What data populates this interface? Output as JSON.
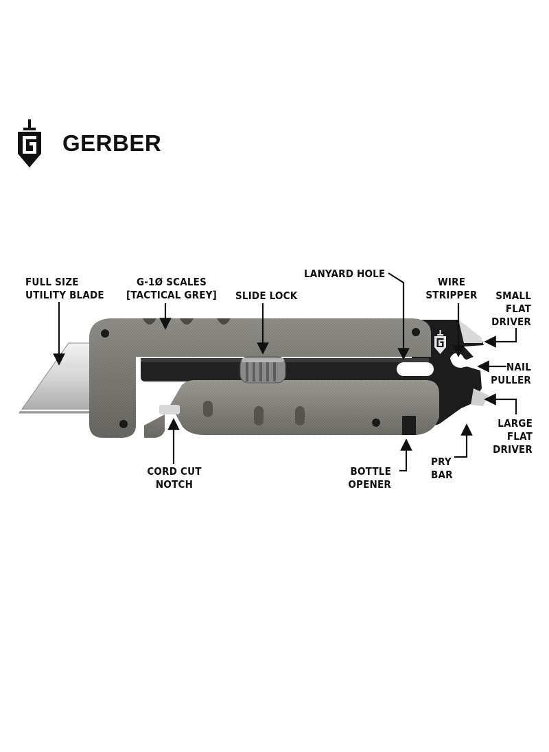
{
  "brand": {
    "name": "GERBER",
    "reg_mark": "®"
  },
  "callouts": {
    "full_size_utility_blade": [
      "FULL SIZE",
      "UTILITY BLADE"
    ],
    "g10_scales": [
      "G-1Ø SCALES",
      "[TACTICAL GREY]"
    ],
    "slide_lock": [
      "SLIDE LOCK"
    ],
    "lanyard_hole": [
      "LANYARD HOLE"
    ],
    "wire_stripper": [
      "WIRE",
      "STRIPPER"
    ],
    "small_flat_driver": [
      "SMALL",
      "FLAT",
      "DRIVER"
    ],
    "nail_puller": [
      "NAIL",
      "PULLER"
    ],
    "large_flat_driver": [
      "LARGE",
      "FLAT",
      "DRIVER"
    ],
    "pry_bar": [
      "PRY",
      "BAR"
    ],
    "bottle_opener": [
      "BOTTLE",
      "OPENER"
    ],
    "cord_cut_notch": [
      "CORD CUT",
      "NOTCH"
    ]
  },
  "colors": {
    "background": "#ffffff",
    "handle_grey": "#7d7b75",
    "handle_dark": "#5a5852",
    "steel_light": "#e6e6e6",
    "steel_dark": "#9a9a9a",
    "black_blade": "#1a1a1a",
    "ink": "#111111"
  },
  "icons": [
    "gerber-shield-icon",
    "callout-arrow-icon"
  ]
}
